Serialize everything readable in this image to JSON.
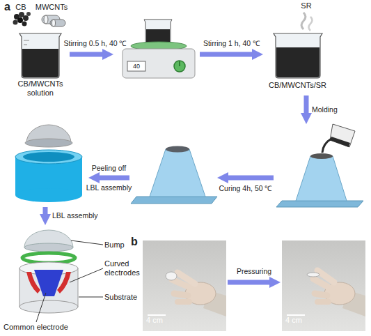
{
  "diagram": {
    "nodes": [
      {
        "text": [
          "CB/MWCNTs solution"
        ]
      },
      {
        "text": [
          "40"
        ]
      },
      {
        "text": [
          "CB/MWCNTs/SR"
        ]
      },
      {
        "text": []
      },
      {
        "text": []
      },
      {
        "text": []
      },
      {
        "text": []
      },
      {
        "text": [
          "4 cm"
        ]
      },
      {
        "text": [
          "4 cm"
        ]
      }
    ],
    "edges": [
      {
        "from": 0,
        "to": 1,
        "label": "Stirring 0.5 h, 40 ℃",
        "arrow": "to"
      },
      {
        "from": 1,
        "to": 2,
        "label": "Stirring 1 h, 40 ℃",
        "arrow": "to"
      },
      {
        "from": 2,
        "to": 3,
        "label": "Molding",
        "arrow": "to"
      },
      {
        "from": 3,
        "to": 4,
        "label": "Curing 4h, 50 ℃",
        "arrow": "to"
      },
      {
        "from": 4,
        "to": 5,
        "label": "Peeling off LBL assembly",
        "arrow": "to"
      },
      {
        "from": 5,
        "to": 6,
        "label": "LBL assembly",
        "arrow": "to"
      },
      {
        "from": 7,
        "to": 8,
        "label": "Pressuring",
        "arrow": "to"
      }
    ],
    "labels": [
      "a",
      "CB",
      "MWCNTs",
      "SR",
      "Bump",
      "Curved electrodes",
      "Substrate",
      "Common electrode",
      "b"
    ]
  }
}
